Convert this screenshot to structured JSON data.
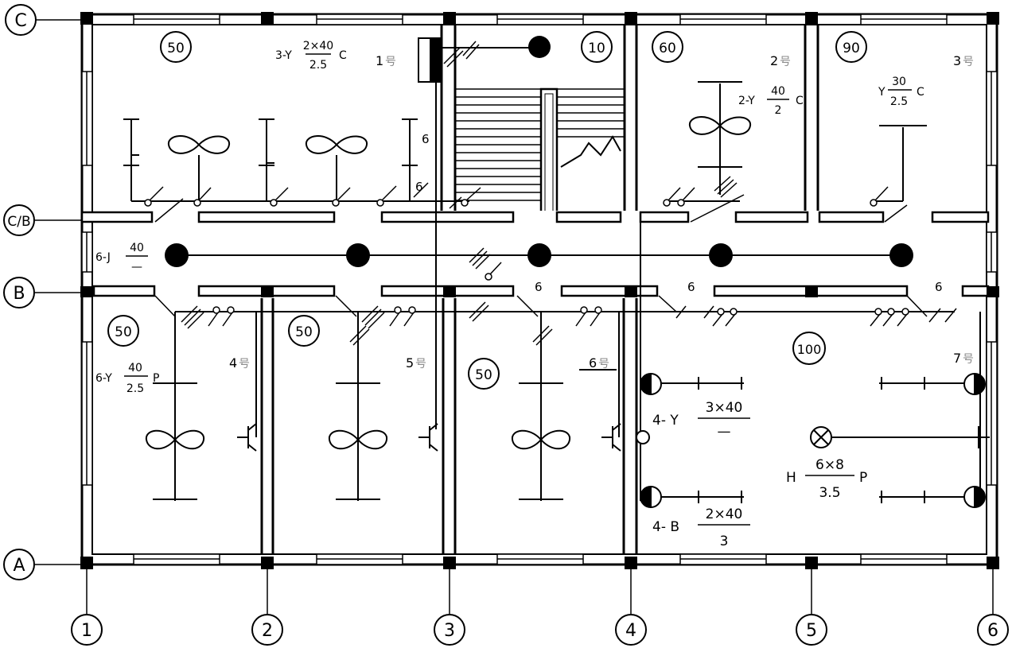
{
  "axes": {
    "rows": [
      "C",
      "C/B",
      "B",
      "A"
    ],
    "cols": [
      "1",
      "2",
      "3",
      "4",
      "5",
      "6"
    ]
  },
  "rooms": {
    "r1": "50",
    "r2": "10",
    "r3": "60",
    "r4": "90",
    "r5": "50",
    "r6": "50",
    "r7": "50",
    "r8": "100"
  },
  "boxes": {
    "b1": "1",
    "b2": "2",
    "b3": "3",
    "b4": "4",
    "b5": "5",
    "b6": "6",
    "b7": "7",
    "suffix": "号"
  },
  "fixtures": {
    "f1": {
      "prefix": "3-Y",
      "num": "2×40",
      "den": "2.5",
      "suffix": "C"
    },
    "f2": {
      "prefix": "2-Y",
      "num": "40",
      "den": "2",
      "suffix": "C"
    },
    "f3": {
      "prefix": "Y",
      "num": "30",
      "den": "2.5",
      "suffix": "C"
    },
    "f4": {
      "prefix": "6-J",
      "num": "40",
      "den": "—"
    },
    "f5": {
      "prefix": "6-Y",
      "num": "40",
      "den": "2.5",
      "suffix": "P"
    },
    "f6": {
      "prefix": "4- Y",
      "num": "3×40",
      "den": "—"
    },
    "f7": {
      "prefix": "H",
      "num": "6×8",
      "den": "3.5",
      "suffix": "P"
    },
    "f8": {
      "prefix": "4- B",
      "num": "2×40",
      "den": "3"
    }
  },
  "wires": {
    "w": "6"
  }
}
